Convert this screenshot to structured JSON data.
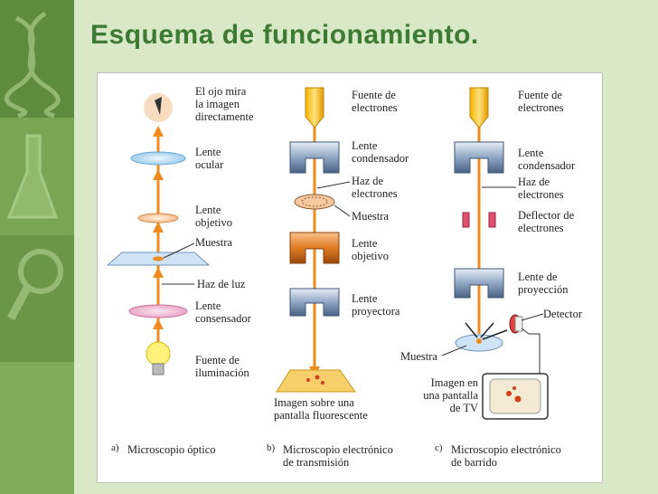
{
  "slide": {
    "title": "Esquema de funcionamiento.",
    "colors": {
      "title": "#3d7a33",
      "beam": "#f08a1e",
      "background": "#d9e8c6"
    }
  },
  "sidebar": {
    "icons": [
      "dna-icon",
      "flask-icon",
      "magnifier-icon"
    ]
  },
  "diagram": {
    "optical": {
      "eye": [
        "El ojo mira",
        "la imagen",
        "directamente"
      ],
      "ocular": [
        "Lente",
        "ocular"
      ],
      "objective": [
        "Lente",
        "objetivo"
      ],
      "sample": "Muestra",
      "light": "Haz de luz",
      "condenser": [
        "Lente",
        "consensador"
      ],
      "source": [
        "Fuente de",
        "iluminación"
      ],
      "caption_letter": "a)",
      "caption": [
        "Microscopio óptico"
      ]
    },
    "tem": {
      "source": [
        "Fuente de",
        "electrones"
      ],
      "condenser": [
        "Lente",
        "condensador"
      ],
      "beam": [
        "Haz de",
        "electrones"
      ],
      "sample": "Muestra",
      "objective": [
        "Lente",
        "objetivo"
      ],
      "projector": [
        "Lente",
        "proyectora"
      ],
      "screen": [
        "Imagen sobre una",
        "pantalla fluorescente"
      ],
      "caption_letter": "b)",
      "caption": [
        "Microscopio electrónico",
        "de transmisión"
      ]
    },
    "sem": {
      "source": [
        "Fuente de",
        "electrones"
      ],
      "condenser": [
        "Lente",
        "condensador"
      ],
      "beam": [
        "Haz de",
        "electrones"
      ],
      "deflector": [
        "Deflector de",
        "electrones"
      ],
      "projection": [
        "Lente de",
        "proyección"
      ],
      "detector": "Detector",
      "sample": "Muestra",
      "tv": [
        "Imagen en",
        "una pantalla",
        "de TV"
      ],
      "caption_letter": "c)",
      "caption": [
        "Microscopio electrónico",
        "de barrido"
      ]
    }
  }
}
